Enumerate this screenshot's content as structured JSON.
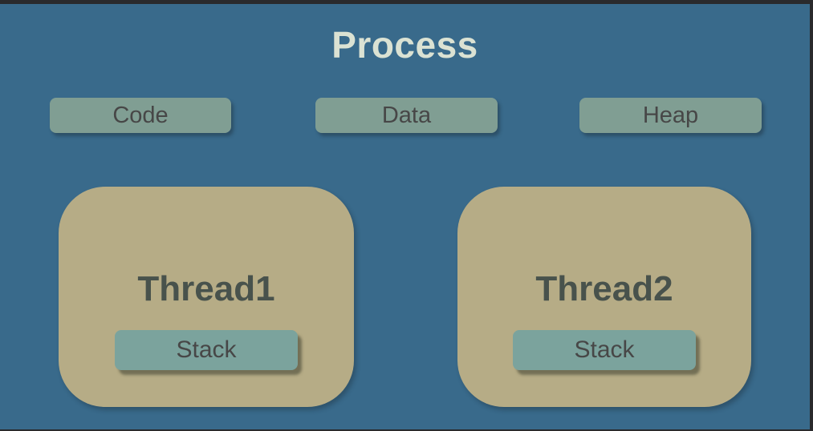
{
  "title": "Process",
  "segments": [
    {
      "label": "Code"
    },
    {
      "label": "Data"
    },
    {
      "label": "Heap"
    }
  ],
  "threads": [
    {
      "label": "Thread1",
      "stack_label": "Stack"
    },
    {
      "label": "Thread2",
      "stack_label": "Stack"
    }
  ],
  "colors": {
    "frame": "#2a2a2c",
    "slide_background": "#396a8b",
    "title_text": "#dbe2d3",
    "segment_fill": "#809e93",
    "segment_text": "#474747",
    "thread_fill": "#b6ac86",
    "thread_text": "#48524c",
    "stack_fill": "#7ba39d",
    "stack_text": "#474747"
  }
}
